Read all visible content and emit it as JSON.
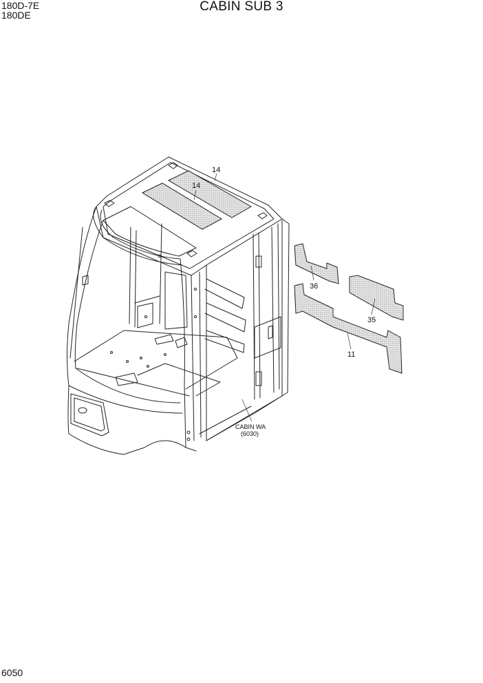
{
  "header": {
    "model_line1": "180D-7E",
    "model_line2": "180DE",
    "title": "CABIN SUB 3"
  },
  "footer": {
    "page_number": "6050"
  },
  "callouts": {
    "roof_pad_upper": "14",
    "roof_pad_lower": "14",
    "pad_36": "36",
    "pad_35": "35",
    "pad_11": "11"
  },
  "assembly_label": {
    "line1": "CABIN WA",
    "line2": "(6030)"
  }
}
